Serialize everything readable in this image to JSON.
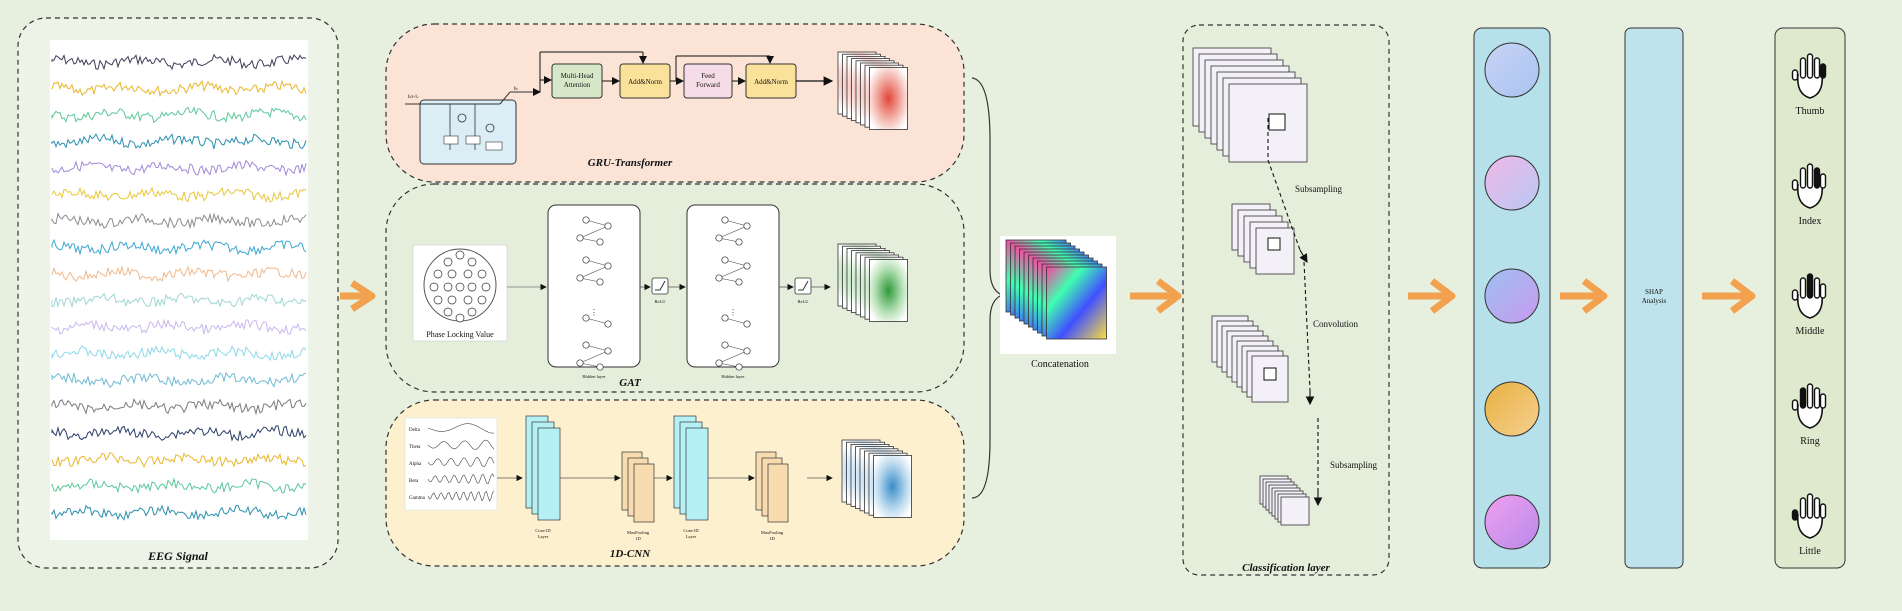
{
  "colors": {
    "background": "#e7efdf",
    "gru_panel": "#fbe3d6",
    "gat_panel": "#e4eedb",
    "cnn_panel": "#fdf0cf",
    "arrow": "#f2a24f",
    "column_fill": "#b6e0ea",
    "shap_fill": "#bfe3ec",
    "hand_panel": "#dfe9cd",
    "eeg_colors": [
      "#3d3d57",
      "#e8b72b",
      "#5cc79b",
      "#2b8fb0",
      "#a189d8",
      "#e6c83a",
      "#8c8c8c",
      "#3aa7d0",
      "#f0b98b",
      "#9ed6d2",
      "#c9b7ec",
      "#8fd8e8",
      "#6fbad3",
      "#7b7b7b",
      "#2b3d67",
      "#e8b72b",
      "#5cc79b",
      "#2b8fb0"
    ]
  },
  "eeg": {
    "title": "EEG Signal"
  },
  "gru": {
    "title": "GRU-Transformer",
    "blocks": [
      "Multi-Head Attention",
      "Add&Norm",
      "Feed Forward",
      "Add&Norm"
    ]
  },
  "gat": {
    "title": "GAT",
    "plv_label": "Phase Locking Value",
    "relu_label": "ReLU",
    "hidden_label": "Hidden layer"
  },
  "cnn": {
    "title": "1D-CNN",
    "bands": [
      "Delta",
      "Theta",
      "Alpha",
      "Beta",
      "Gamma"
    ],
    "layers": [
      "Conv1D Layer",
      "MaxPooling 1D",
      "Conv1D Layer",
      "MaxPooling 1D"
    ]
  },
  "concat": {
    "label": "Concatenation"
  },
  "classification": {
    "title": "Classification layer",
    "steps": [
      "Subsampling",
      "Convolution",
      "Subsampling"
    ]
  },
  "nodes": {
    "gradients": [
      [
        "#c9d3f5",
        "#a8c4f0"
      ],
      [
        "#f0b8e8",
        "#b8c8f2"
      ],
      [
        "#9fc0f0",
        "#c79af0"
      ],
      [
        "#e8b040",
        "#f5d090"
      ],
      [
        "#f0a0f0",
        "#b88ae8"
      ]
    ]
  },
  "shap": {
    "label": "SHAP Analysis"
  },
  "fingers": {
    "labels": [
      "Thumb",
      "Index",
      "Middle",
      "Ring",
      "Little"
    ]
  }
}
